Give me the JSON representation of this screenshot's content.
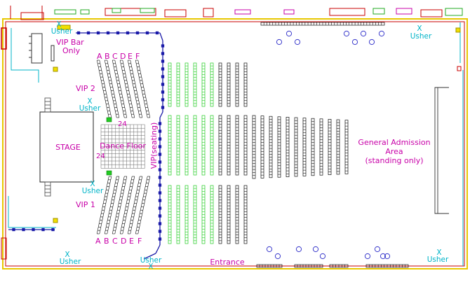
{
  "labels": {
    "usher_mark": "X",
    "usher": "Usher",
    "vip_bar_line1": "VIP Bar",
    "vip_bar_line2": "Only",
    "stage": "STAGE",
    "dance_floor": "Dance Floor",
    "dance_num": "24",
    "vip_seating": "VIP(seating)",
    "vip1": "VIP 1",
    "vip2": "VIP 2",
    "rows_top": [
      "A",
      "B",
      "C",
      "D",
      "E",
      "F"
    ],
    "rows_bottom": [
      "A",
      "B",
      "C",
      "D",
      "E",
      "F"
    ],
    "entrance": "Entrance",
    "ga_line1": "General Admission",
    "ga_line2": "Area",
    "ga_line3": "(standing only)"
  },
  "colors": {
    "wall_outer": "#e8c800",
    "wall_inner": "#c80000",
    "usher": "#00b4c8",
    "label": "#c800a8",
    "vip_rope": "#1a1aa8",
    "seat_green": "#22cc22",
    "seat_black": "#111111",
    "table": "#3a3acc"
  },
  "icons": {
    "usher_marker": "x-mark-icon",
    "rope_post": "post-icon",
    "cocktail_table": "circle-table-icon"
  }
}
